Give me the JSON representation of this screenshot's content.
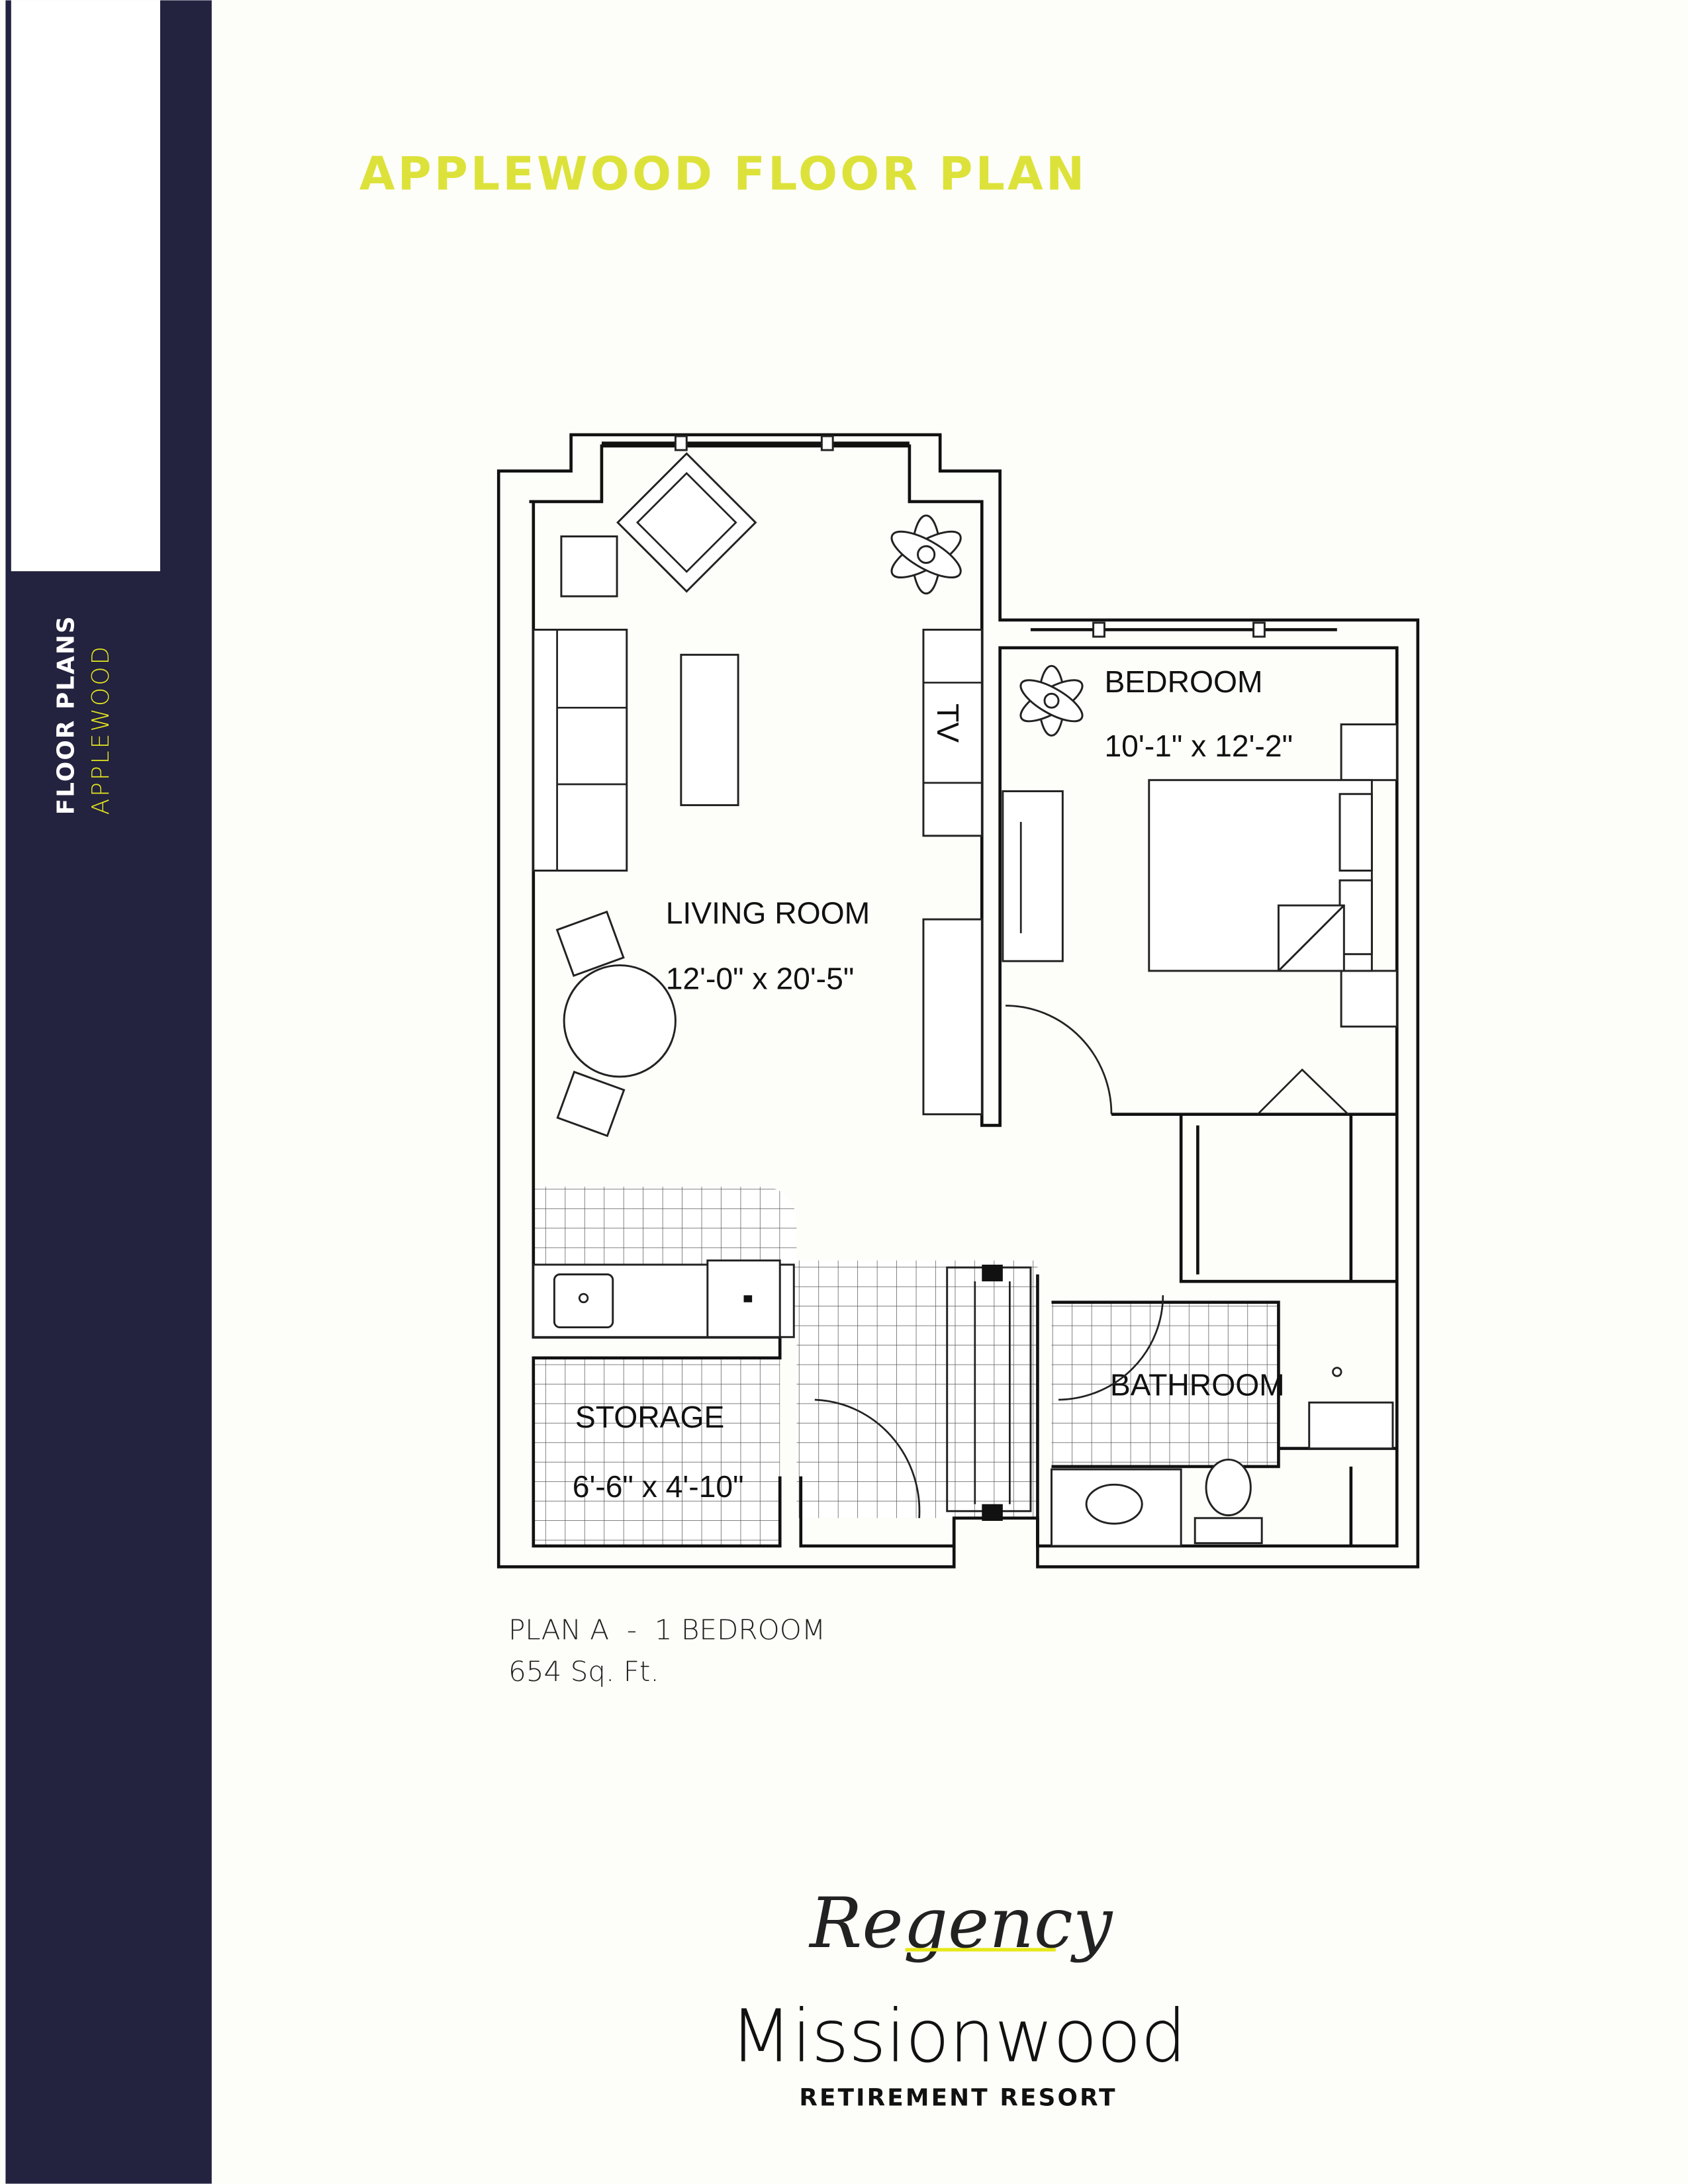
{
  "sidebar": {
    "section": "FLOOR PLANS",
    "subsection": "APPLEWOOD",
    "navy_color": "#23223f",
    "accent_color": "#e3e61e"
  },
  "title": "APPLEWOOD FLOOR PLAN",
  "rooms": {
    "living": {
      "name": "LIVING ROOM",
      "dims": "12'-0\" x 20'-5\""
    },
    "bedroom": {
      "name": "BEDROOM",
      "dims": "10'-1\" x 12'-2\""
    },
    "storage": {
      "name": "STORAGE",
      "dims": "6'-6\" x 4'-10\""
    },
    "bathroom": {
      "name": "BATHROOM"
    },
    "tv": "TV"
  },
  "plan": {
    "name": "PLAN A  -  1 BEDROOM",
    "area": "654 Sq. Ft."
  },
  "logo": {
    "script": "Regency",
    "name": "Missionwood",
    "tagline": "RETIREMENT RESORT"
  }
}
